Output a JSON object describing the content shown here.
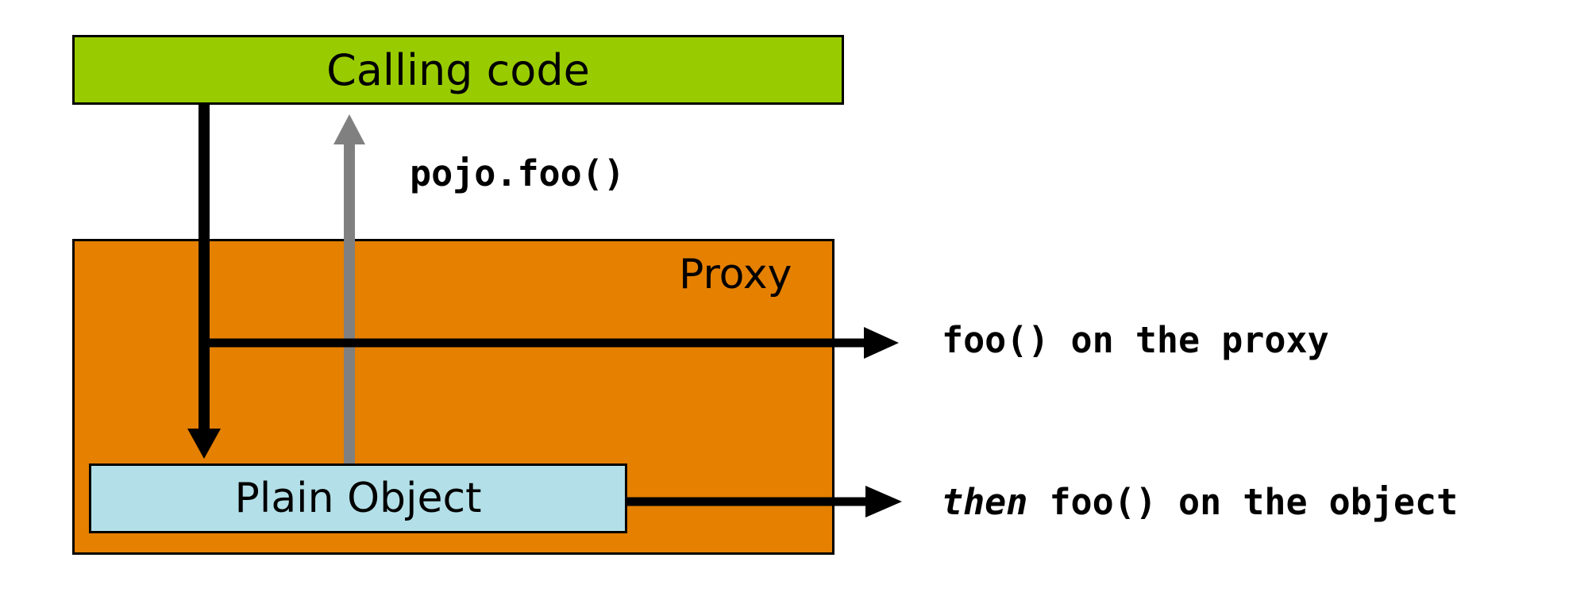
{
  "calling_code": {
    "label": "Calling code"
  },
  "proxy": {
    "label": "Proxy"
  },
  "plain_object": {
    "label": "Plain Object"
  },
  "labels": {
    "pojo_call": "pojo.foo()",
    "proxy_call": "foo() on the proxy",
    "object_call_prefix": "then",
    "object_call_rest": " foo() on the object"
  },
  "colors": {
    "calling_code": "#99cc00",
    "proxy": "#e58000",
    "plain_object": "#b3e0e8",
    "return_arrow": "#808080",
    "call_arrow": "#000000"
  }
}
